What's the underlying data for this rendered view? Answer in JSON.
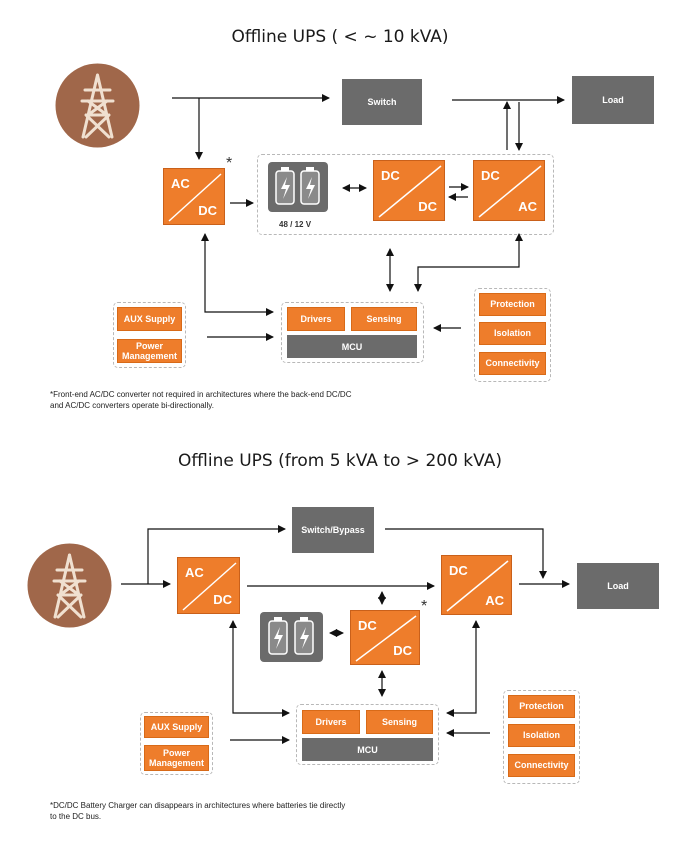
{
  "diagram1": {
    "title": "Offline UPS ( < ~ 10 kVA)",
    "switch_label": "Switch",
    "load_label": "Load",
    "acdc": {
      "top": "AC",
      "bottom": "DC"
    },
    "dcdc": {
      "top": "DC",
      "bottom": "DC"
    },
    "dcac": {
      "top": "DC",
      "bottom": "AC"
    },
    "battery_label": "48 / 12 V",
    "drivers_label": "Drivers",
    "sensing_label": "Sensing",
    "mcu_label": "MCU",
    "aux_supply_label": "AUX Supply",
    "power_management_label": "Power Management",
    "protection_label": "Protection",
    "isolation_label": "Isolation",
    "connectivity_label": "Connectivity",
    "star": "*",
    "footnote_line1": "*Front-end AC/DC converter not required in architectures where the back-end DC/DC",
    "footnote_line2": "and AC/DC converters operate bi-directionally."
  },
  "diagram2": {
    "title": "Offline UPS (from 5 kVA to  > 200 kVA)",
    "switch_label": "Switch/Bypass",
    "load_label": "Load",
    "acdc": {
      "top": "AC",
      "bottom": "DC"
    },
    "dcdc": {
      "top": "DC",
      "bottom": "DC"
    },
    "dcac": {
      "top": "DC",
      "bottom": "AC"
    },
    "drivers_label": "Drivers",
    "sensing_label": "Sensing",
    "mcu_label": "MCU",
    "aux_supply_label": "AUX Supply",
    "power_management_label": "Power Management",
    "protection_label": "Protection",
    "isolation_label": "Isolation",
    "connectivity_label": "Connectivity",
    "star": "*",
    "footnote_line1": "*DC/DC Battery Charger can disappears in  architectures where batteries tie directly",
    "footnote_line2": "to the DC bus."
  },
  "colors": {
    "orange": "#ee7d2b",
    "grey_box": "#6b6b6b",
    "tower_circle": "#a0674a",
    "battery_cell": "#7a7a7a"
  },
  "icons": [
    "power-tower-icon",
    "battery-icon",
    "lightning-icon"
  ]
}
